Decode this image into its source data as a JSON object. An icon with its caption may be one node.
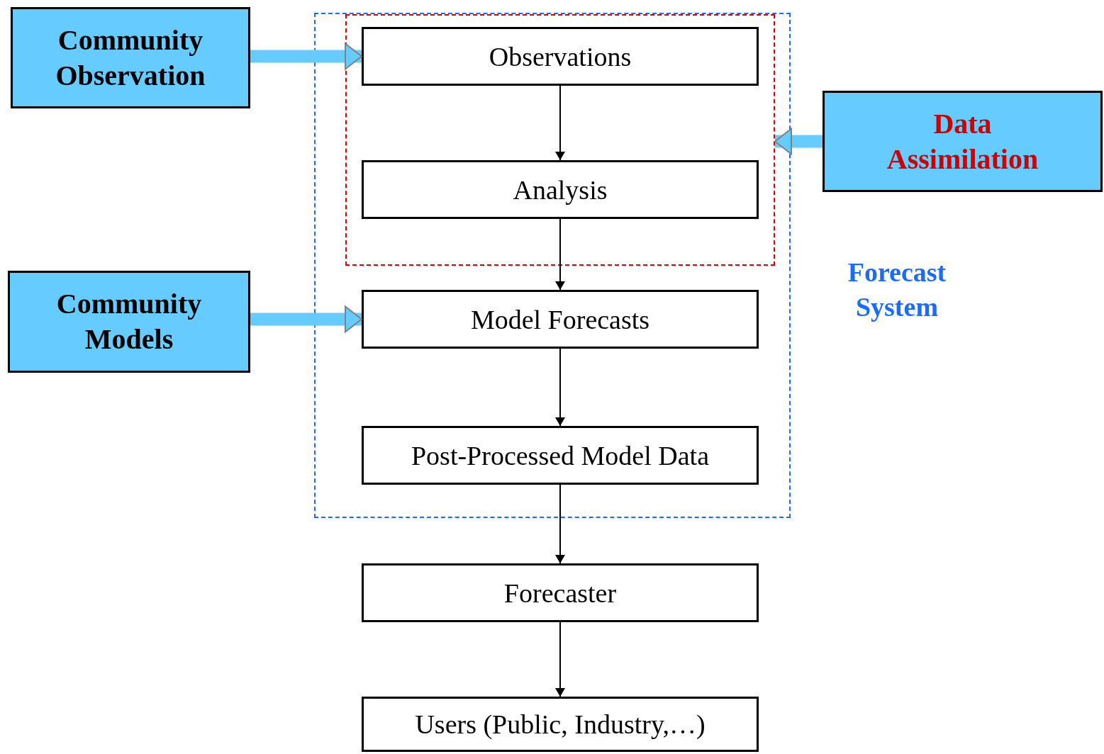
{
  "diagram": {
    "nodes": [
      {
        "text": [
          "Community Observation"
        ]
      },
      {
        "text": [
          "Forecast System"
        ]
      },
      {
        "text": [],
        "shape": "box",
        "in": 1
      },
      {
        "text": [
          "Observations"
        ],
        "in": 2
      },
      {
        "text": [
          "Analysis"
        ],
        "in": 2
      },
      {
        "text": [
          "Data Assimilation"
        ]
      },
      {
        "text": [
          "Community Models"
        ]
      },
      {
        "text": [
          "Model Forecasts"
        ],
        "in": 1
      },
      {
        "text": [
          "Post-Processed Model Data"
        ],
        "in": 1
      },
      {
        "text": [
          "Forecaster"
        ]
      },
      {
        "text": [
          "Users (Public, Industry,…)"
        ]
      }
    ],
    "edges": [
      {
        "from": 0,
        "to": 3,
        "arrow": "to",
        "style": "thick",
        "color": "#66ccff"
      },
      {
        "from": 3,
        "to": 4,
        "arrow": "to"
      },
      {
        "from": 5,
        "to": 2,
        "arrow": "to",
        "style": "thick",
        "color": "#66ccff"
      },
      {
        "from": 4,
        "to": 7,
        "arrow": "to"
      },
      {
        "from": 6,
        "to": 7,
        "arrow": "to",
        "style": "thick",
        "color": "#66ccff"
      },
      {
        "from": 7,
        "to": 8,
        "arrow": "to"
      },
      {
        "from": 8,
        "to": 9,
        "arrow": "to"
      },
      {
        "from": 9,
        "to": 10,
        "arrow": "to"
      }
    ]
  }
}
